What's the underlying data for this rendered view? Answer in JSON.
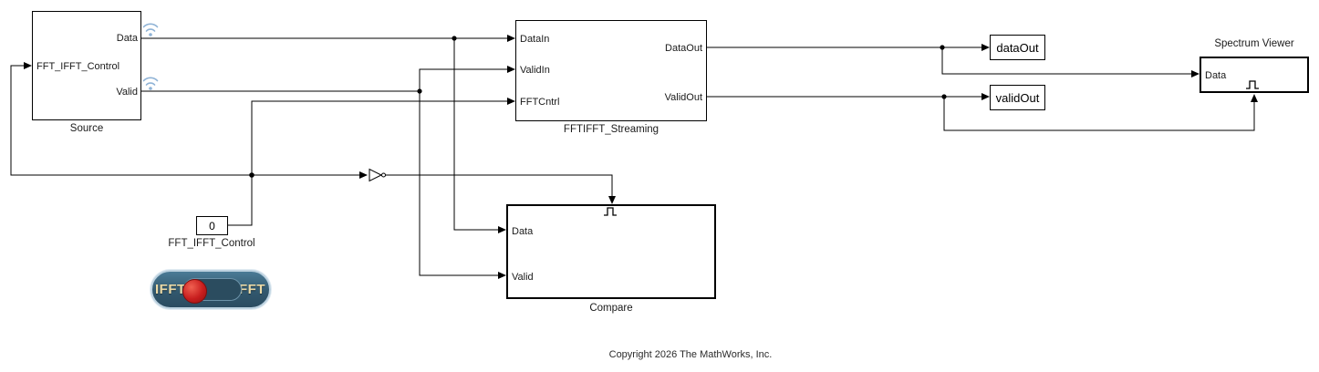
{
  "diagram": {
    "source": {
      "caption": "Source",
      "input_port": "FFT_IFFT_Control",
      "output_ports": [
        "Data",
        "Valid"
      ]
    },
    "fftifft_streaming": {
      "caption": "FFTIFFT_Streaming",
      "input_ports": [
        "DataIn",
        "ValidIn",
        "FFTCntrl"
      ],
      "output_ports": [
        "DataOut",
        "ValidOut"
      ]
    },
    "data_out": {
      "caption": "dataOut"
    },
    "valid_out": {
      "caption": "validOut"
    },
    "spectrum_viewer": {
      "caption": "Spectrum Viewer",
      "input_port": "Data"
    },
    "compare": {
      "caption": "Compare",
      "input_ports": [
        "Data",
        "Valid"
      ]
    },
    "constant": {
      "value": "0",
      "caption": "FFT_IFFT_Control"
    },
    "toggle_switch": {
      "left_label": "IFFT",
      "right_label": "FFT",
      "selected": "IFFT"
    }
  },
  "footer": {
    "copyright": "Copyright 2026 The MathWorks, Inc."
  },
  "colors": {
    "wire": "#000000",
    "streaming_badge": "#8fb3d6",
    "toggle_border": "#bdd2e0",
    "toggle_body_top": "#4b7b96",
    "toggle_body_bottom": "#2b4c61",
    "toggle_text": "#ead9a6",
    "toggle_knob": "#c81e1e"
  }
}
